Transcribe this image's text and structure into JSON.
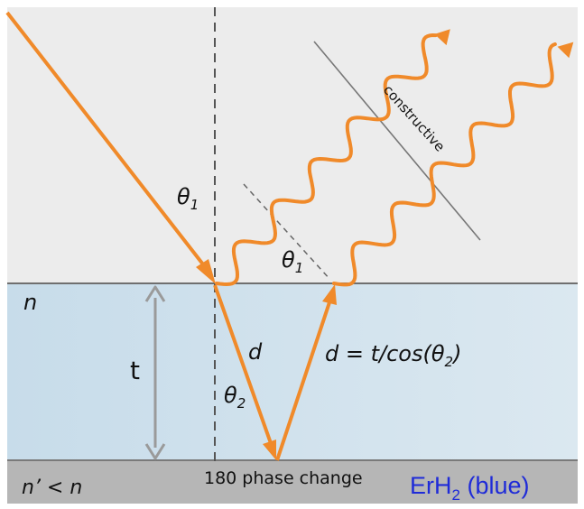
{
  "labels": {
    "theta1_incident": "θ",
    "theta1_incident_sub": "1",
    "theta1_reflect": "θ",
    "theta1_reflect_sub": "1",
    "n_film": "n",
    "n_substrate": "n’ < n",
    "thickness": "t",
    "path_d": "d",
    "path_formula_pre": "d = t/cos(θ",
    "path_formula_sub": "2",
    "path_formula_post": ")",
    "theta2": "θ",
    "theta2_sub": "2",
    "constructive": "constructive",
    "phase_change": "180 phase change",
    "material": "ErH",
    "material_sub": "2",
    "material_suffix": " (blue)"
  },
  "colors": {
    "air": "#ececec",
    "film": "#cfe1ec",
    "substrate": "#b8b8b8",
    "ray": "#f08a2a",
    "dashed": "#555555",
    "thickness_arrow": "#9a9a9a",
    "material_text": "#1f2bd8"
  },
  "icons": [
    "orange-ray-arrowhead",
    "wavy-wave-arrowhead",
    "double-headed-thickness-arrow"
  ]
}
